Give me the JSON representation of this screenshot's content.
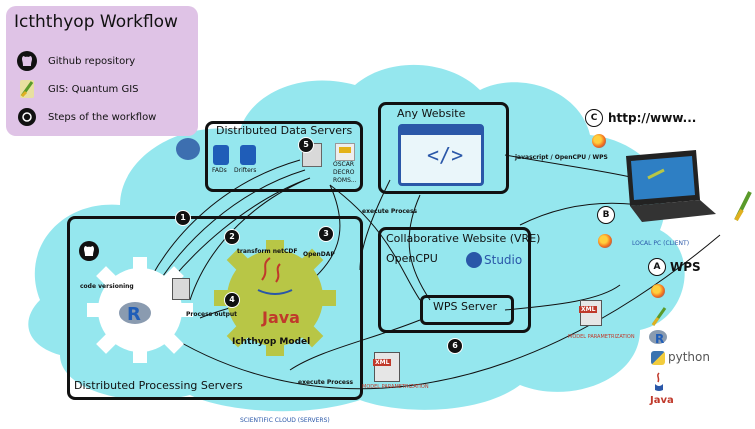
{
  "legend": {
    "title": "Icththyop Workflow",
    "items": [
      {
        "icon": "github-icon",
        "label": "Github repository"
      },
      {
        "icon": "qgis-icon",
        "label": "GIS: Quantum GIS"
      },
      {
        "icon": "step-number-icon",
        "label": "Steps of the workflow"
      }
    ]
  },
  "groups": {
    "data_servers": "Distributed Data Servers",
    "any_website": "Any Website",
    "vre": "Collaborative Website (VRE)",
    "opencpu": "OpenCPU",
    "studio": "Studio",
    "wps_server": "WPS Server",
    "processing": "Distributed Processing Servers",
    "cloud": "SCIENTIFIC CLOUD (SERVERS)",
    "local_pc": "LOCAL PC (CLIENT)"
  },
  "data_items": {
    "fads": "FADs",
    "drifters": "Drifters",
    "oscar": "OSCAR",
    "decro": "DECRO",
    "roms": "ROMS..."
  },
  "flow_labels": {
    "execute_process_top": "execute Process",
    "transform": "transform netCDF",
    "opendap": "OpenDAP",
    "code_versioning": "code versioning",
    "process_output": "Process output",
    "execute_process_bottom": "execute Process",
    "javascript": "javascript / OpenCPU / WPS",
    "ichthyop_model": "Ichthyop Model",
    "java": "Java"
  },
  "model_param": {
    "xml": "XML",
    "label": "MODEL PARAMETRIZATION"
  },
  "clients": {
    "c_letter": "C",
    "c_url": "http://www...",
    "b_letter": "B",
    "a_letter": "A",
    "a_label": "WPS",
    "python": "python",
    "java": "Java"
  },
  "steps": [
    "1",
    "2",
    "3",
    "4",
    "5",
    "6"
  ]
}
